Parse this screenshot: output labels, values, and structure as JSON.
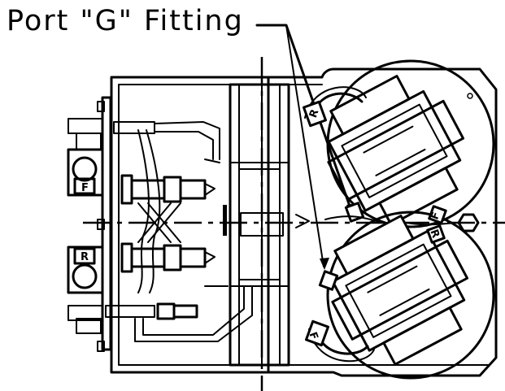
{
  "callout": {
    "label": "Port \"G\" Fitting"
  },
  "tags": {
    "upper_left_solenoid": "F",
    "lower_left_solenoid": "R",
    "upper_right_coil": "R",
    "middle_right_coil_top": "F",
    "middle_right_coil_bottom": "R",
    "lower_right_coil": "F"
  },
  "colors": {
    "ink": "#000000",
    "paper": "#ffffff"
  }
}
